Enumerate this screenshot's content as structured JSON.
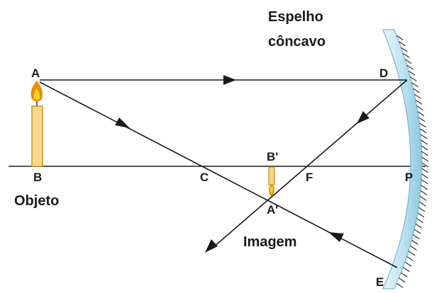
{
  "labels": {
    "mirror_title_line1": "Espelho",
    "mirror_title_line2": "côncavo",
    "object_caption": "Objeto",
    "image_caption": "Imagem"
  },
  "points": {
    "A": "A",
    "B": "B",
    "C": "C",
    "F": "F",
    "P": "P",
    "D": "D",
    "E": "E",
    "A_prime": "A'",
    "B_prime": "B'"
  },
  "colors": {
    "line": "#1a1a1a",
    "mirror_glass": "#bfe3f2",
    "mirror_edge": "#7ab6d3",
    "candle_fill": "#f6d98a",
    "candle_edge": "#c8921f",
    "flame_outer": "#f08a00",
    "flame_inner": "#ffd23a"
  }
}
